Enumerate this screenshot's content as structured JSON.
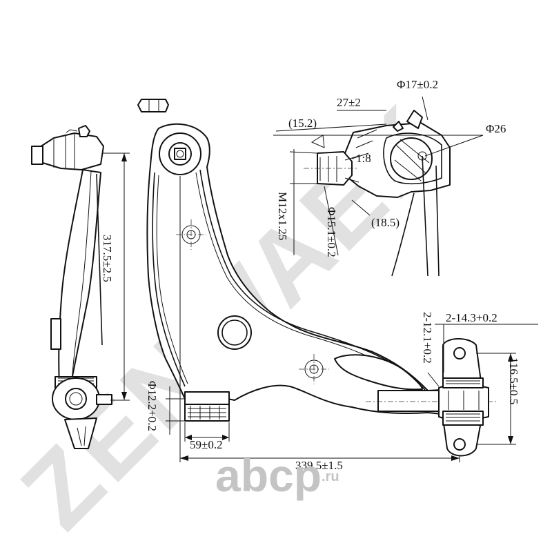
{
  "watermark": {
    "text": "ZENWAEK",
    "color": "#c8c8c8"
  },
  "brand": {
    "name": "abcp",
    "suffix": ".ru"
  },
  "dimensions": {
    "height_total": "317.5±2.5",
    "hole_dia_1": "Φ17±0.2",
    "offset_27": "27±2",
    "offset_15": "(15.2)",
    "ball_dia": "Φ26",
    "taper": "1:8",
    "thread": "M12x1.25",
    "stud_dia": "Φ15.1±0.2",
    "offset_18": "(18.5)",
    "bolt_1": "2-14.3+0.2",
    "bolt_2": "2-12.1+0.2",
    "width_116": "116.5±0.5",
    "bush_dia": "Φ12.2+0.2",
    "bush_len": "59±0.2",
    "length_total": "339.5±1.5"
  }
}
